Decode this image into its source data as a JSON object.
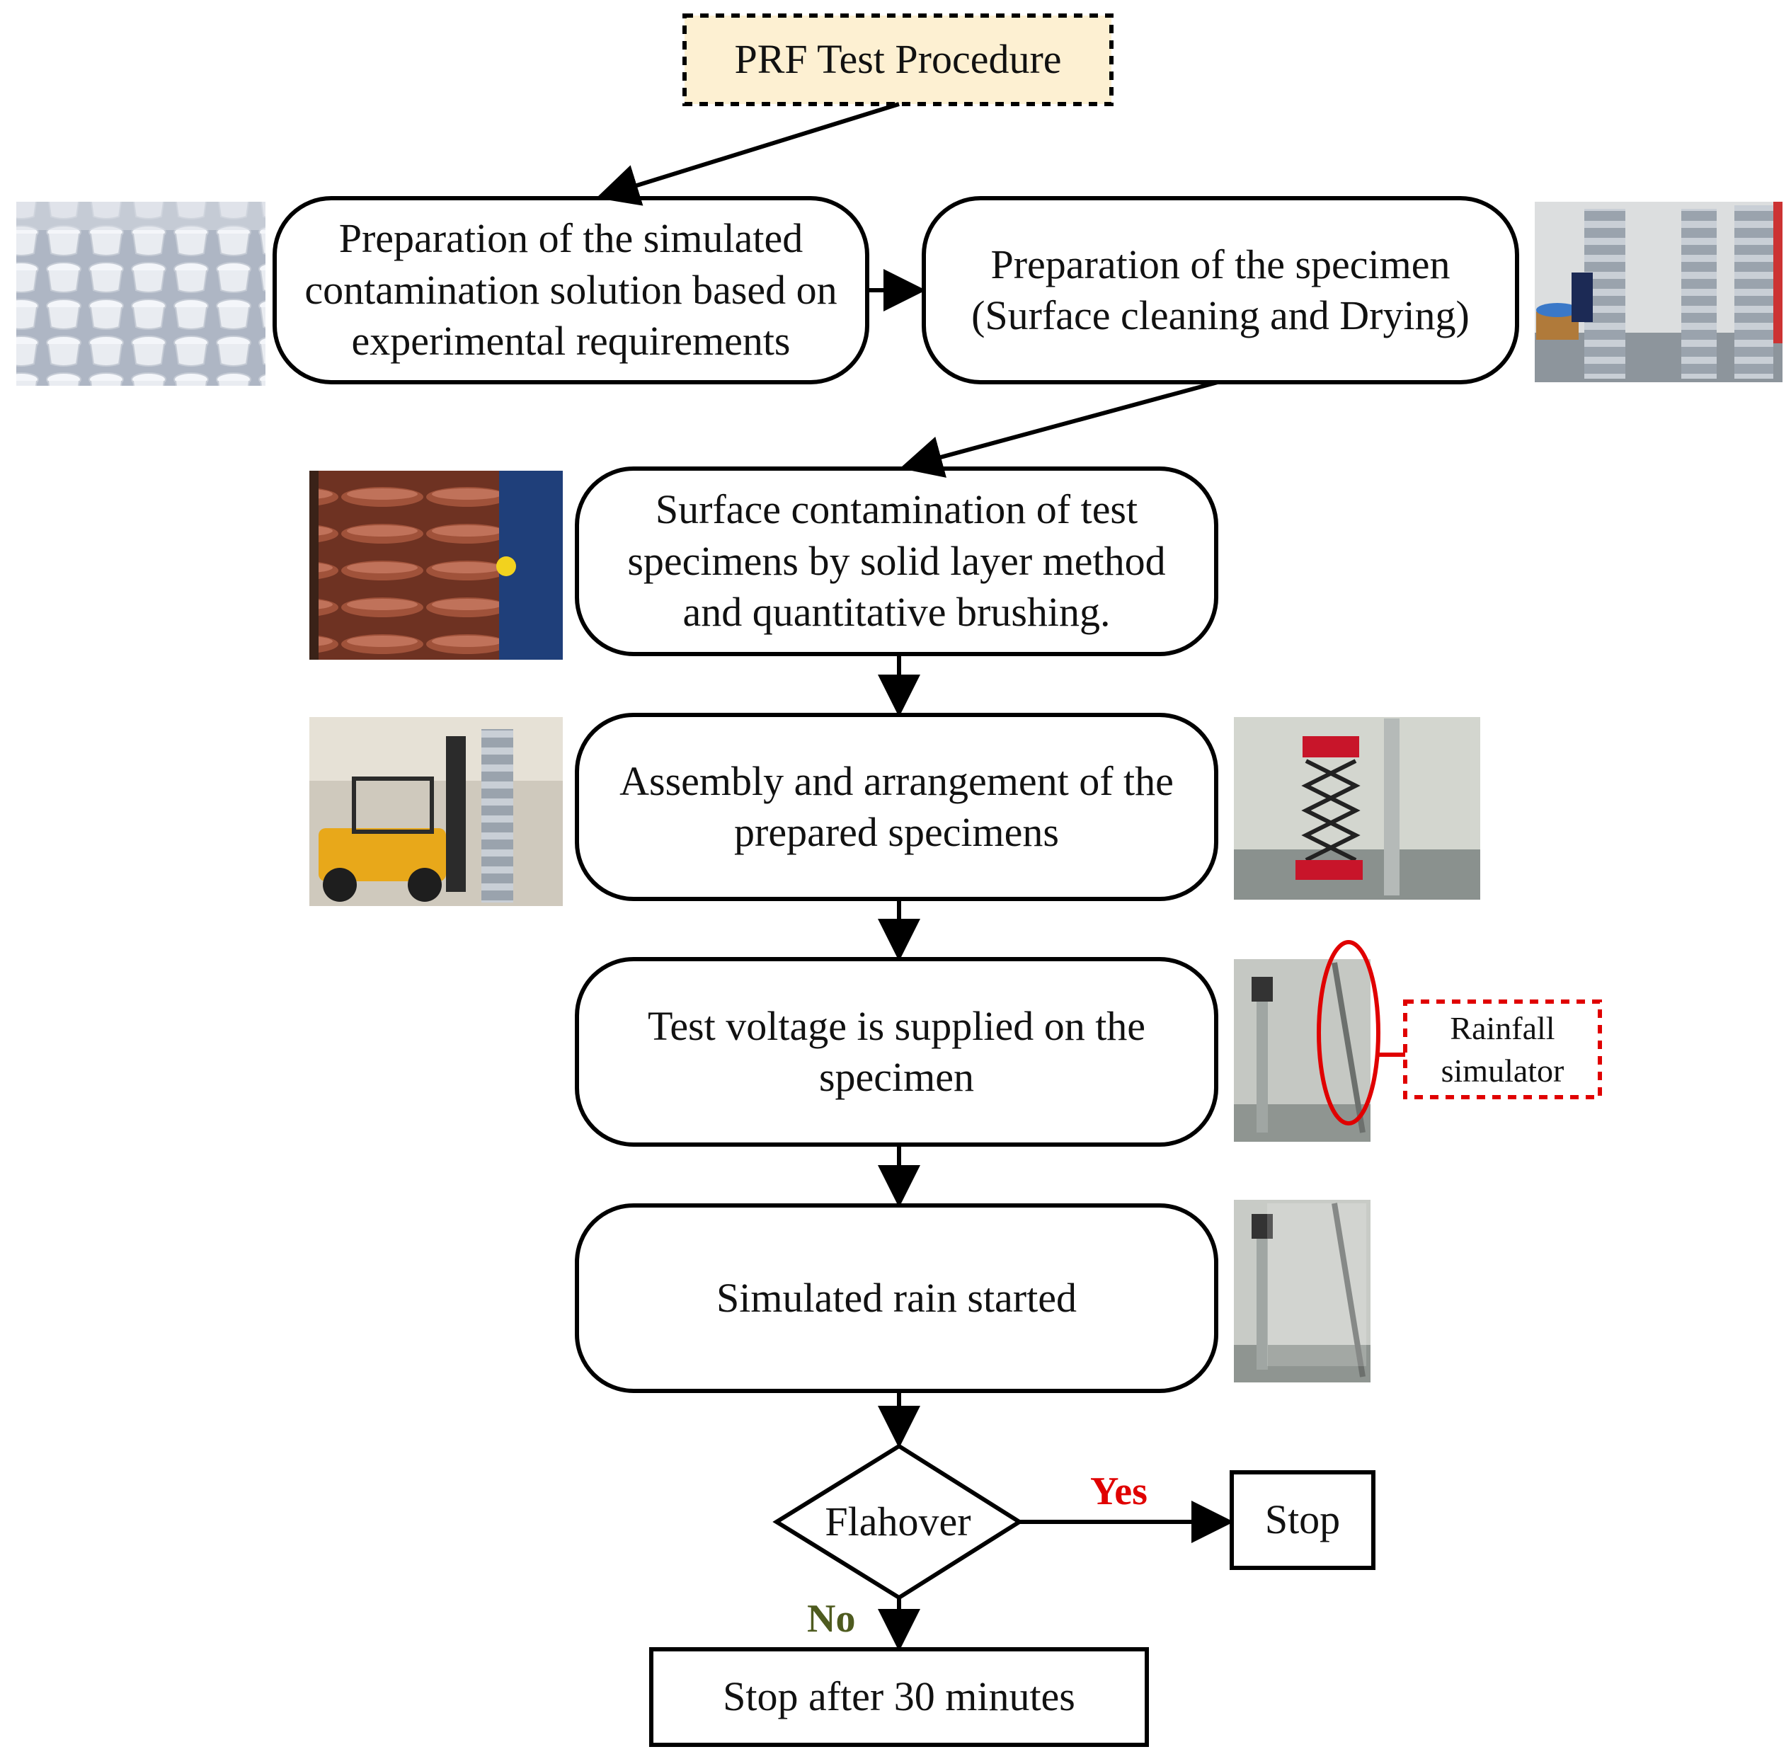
{
  "title": "PRF Test Procedure",
  "steps": {
    "solution": "Preparation of the simulated\ncontamination solution based on\nexperimental requirements",
    "specimen": "Preparation of the specimen\n(Surface cleaning and Drying)",
    "contamination": "Surface contamination of test\nspecimens by solid layer method\nand quantitative brushing.",
    "assembly": "Assembly and arrangement of the\nprepared specimens",
    "voltage": "Test voltage is supplied on the\nspecimen",
    "rain": "Simulated rain started"
  },
  "decision": {
    "label": "Flahover",
    "yes_label": "Yes",
    "no_label": "No"
  },
  "terminals": {
    "stop": "Stop",
    "stop_after": "Stop after 30 minutes"
  },
  "callout": {
    "label": "Rainfall\nsimulator"
  },
  "colors": {
    "title_fill": "#fdf0d2",
    "yes": "#e00000",
    "no": "#4e5b1f",
    "callout": "#e00000"
  }
}
